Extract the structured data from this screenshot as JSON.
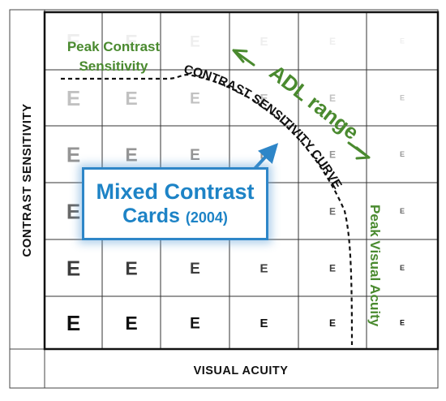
{
  "labels": {
    "y_axis": "CONTRAST SENSITIVITY",
    "x_axis": "VISUAL ACUITY",
    "peak_contrast_line1": "Peak Contrast",
    "peak_contrast_line2": "Sensitivity",
    "curve": "CONTRAST SENSITIVITY CURVE",
    "adl_range": "ADL range",
    "peak_acuity": "Peak Visual Acuity",
    "card_line1": "Mixed Contrast",
    "card_line2": "Cards",
    "card_year": "(2004)"
  },
  "optotype": "E",
  "colors": {
    "green": "#4a8a2f",
    "blue": "#1d83c6",
    "grid": "#222222"
  },
  "grid": {
    "cols": 6,
    "rows": 6
  }
}
